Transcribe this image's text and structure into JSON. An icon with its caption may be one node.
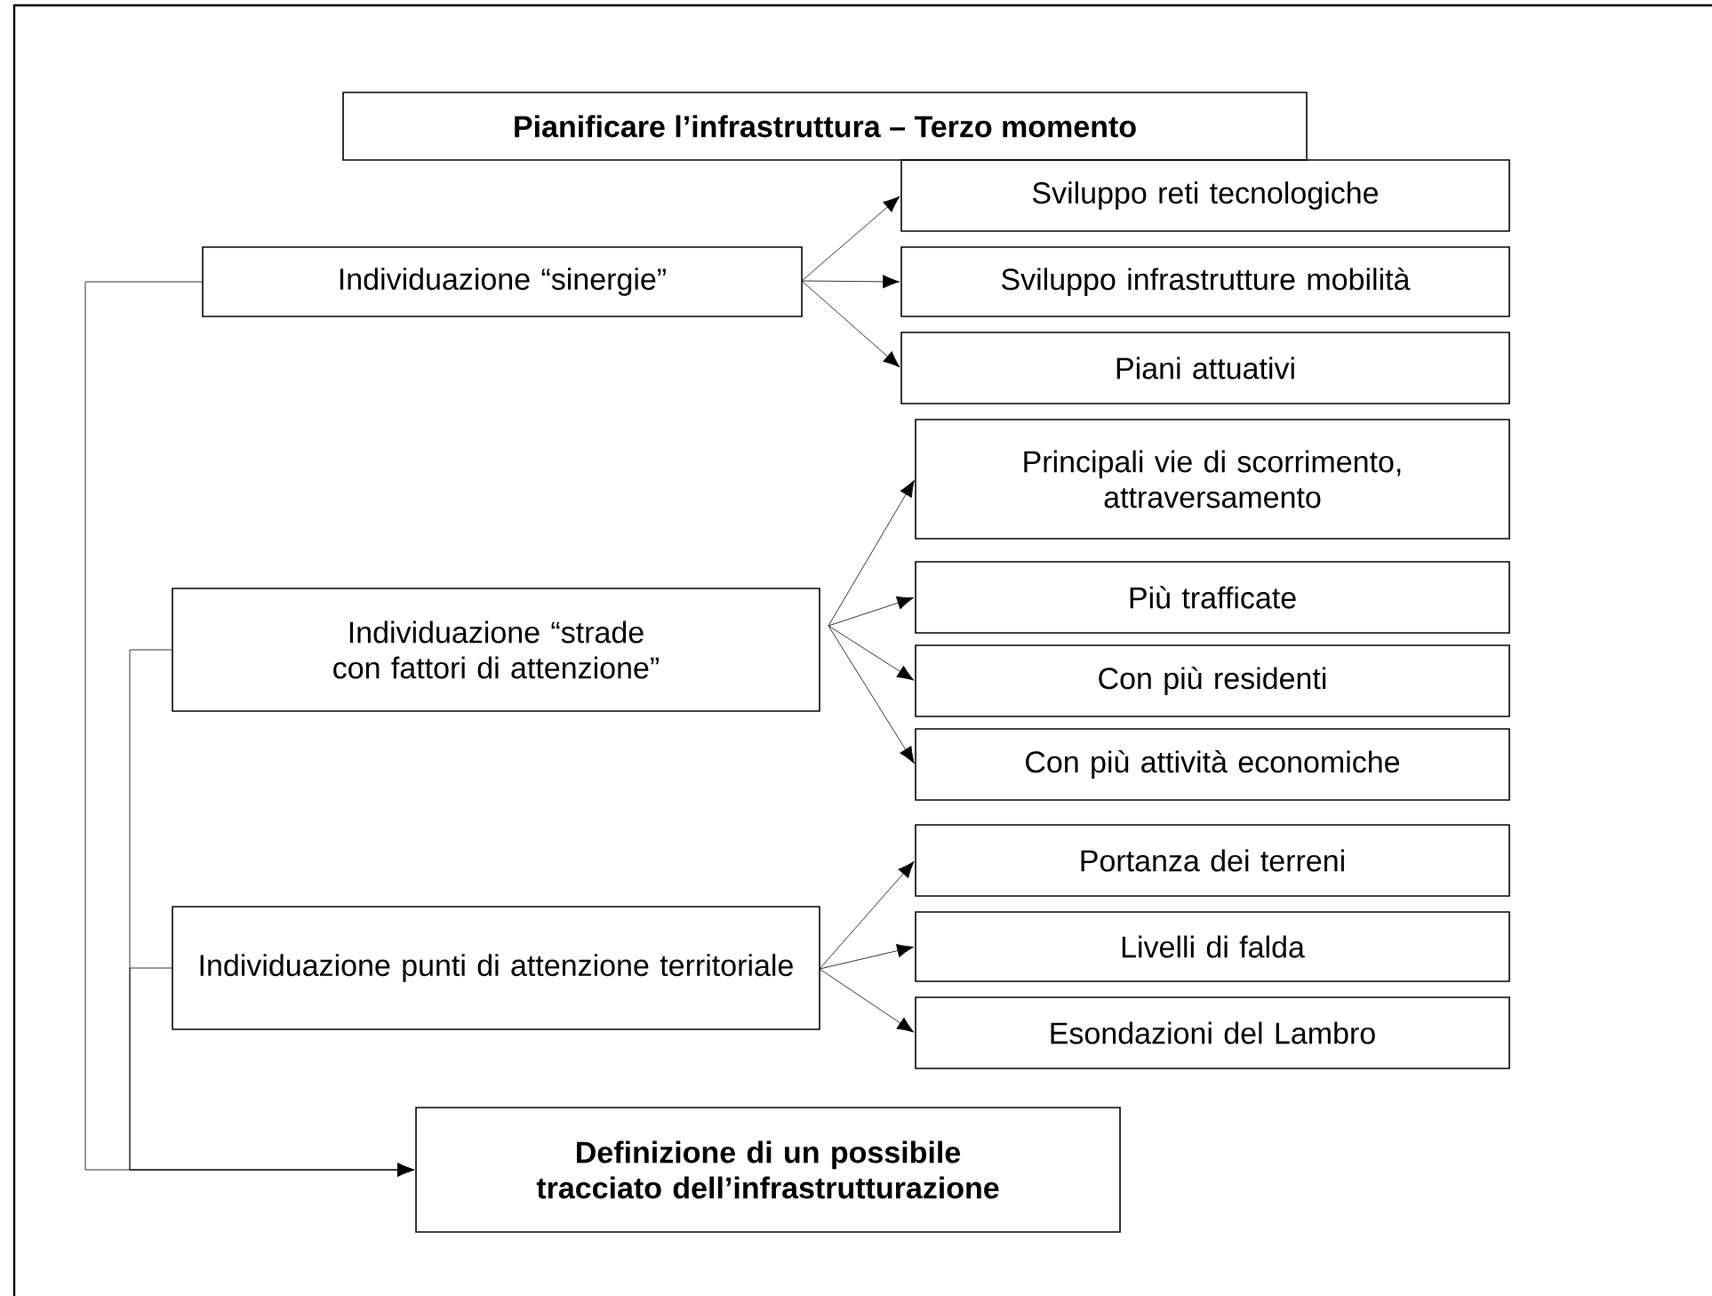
{
  "diagram": {
    "title": "Pianificare l’infrastruttura – Terzo momento",
    "nodes": [
      {
        "text": [
          "Individuazione “sinergie”"
        ]
      },
      {
        "text": [
          "Sviluppo reti tecnologiche"
        ]
      },
      {
        "text": [
          "Sviluppo infrastrutture mobilità"
        ]
      },
      {
        "text": [
          "Piani attuativi"
        ]
      },
      {
        "text": [
          "Individuazione “strade con fattori di attenzione”"
        ]
      },
      {
        "text": [
          "Principali vie di scorrimento, attraversamento"
        ]
      },
      {
        "text": [
          "Più trafficate"
        ]
      },
      {
        "text": [
          "Con più residenti"
        ]
      },
      {
        "text": [
          "Con più attività economiche"
        ]
      },
      {
        "text": [
          "Individuazione punti di attenzione territoriale"
        ]
      },
      {
        "text": [
          "Portanza dei terreni"
        ]
      },
      {
        "text": [
          "Livelli di falda"
        ]
      },
      {
        "text": [
          "Esondazioni del Lambro"
        ]
      },
      {
        "text": [
          "Definizione di un possibile tracciato dell’infrastrutturazione"
        ]
      }
    ],
    "edges": [
      {
        "from": 0,
        "to": 1,
        "arrow": "to"
      },
      {
        "from": 0,
        "to": 2,
        "arrow": "to"
      },
      {
        "from": 0,
        "to": 3,
        "arrow": "to"
      },
      {
        "from": 4,
        "to": 5,
        "arrow": "to"
      },
      {
        "from": 4,
        "to": 6,
        "arrow": "to"
      },
      {
        "from": 4,
        "to": 7,
        "arrow": "to"
      },
      {
        "from": 4,
        "to": 8,
        "arrow": "to"
      },
      {
        "from": 9,
        "to": 10,
        "arrow": "to"
      },
      {
        "from": 9,
        "to": 11,
        "arrow": "to"
      },
      {
        "from": 9,
        "to": 12,
        "arrow": "to"
      },
      {
        "from": 0,
        "to": 13,
        "arrow": "to"
      },
      {
        "from": 4,
        "to": 13,
        "arrow": "to"
      },
      {
        "from": 9,
        "to": 13,
        "arrow": "to"
      }
    ]
  }
}
